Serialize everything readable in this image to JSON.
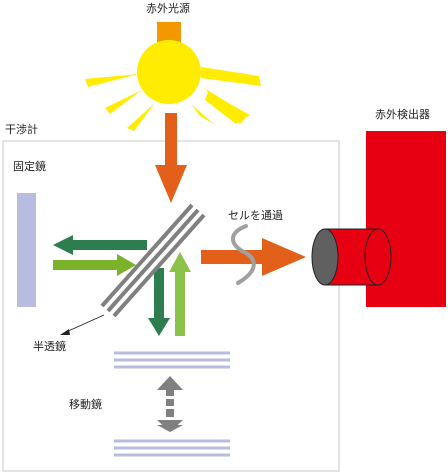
{
  "labels": {
    "source": "赤外光源",
    "interferometer": "干渉計",
    "detector": "赤外検出器",
    "fixed_mirror": "固定鏡",
    "cell": "セルを通過",
    "beam_splitter": "半透鏡",
    "moving_mirror": "移動鏡"
  },
  "colors": {
    "source_beam": "#e2601a",
    "fixed_arm_out": "#2e7d4f",
    "fixed_arm_in": "#7ab32a",
    "moving_arm_out": "#2e7d4f",
    "moving_arm_in": "#8bc34a",
    "lamp": "#ffec00",
    "lamp_base": "#f39800",
    "detector": "#e60012",
    "mirror": "#b8bde0",
    "splitter": "#808080",
    "motion_arrow": "#808080"
  }
}
